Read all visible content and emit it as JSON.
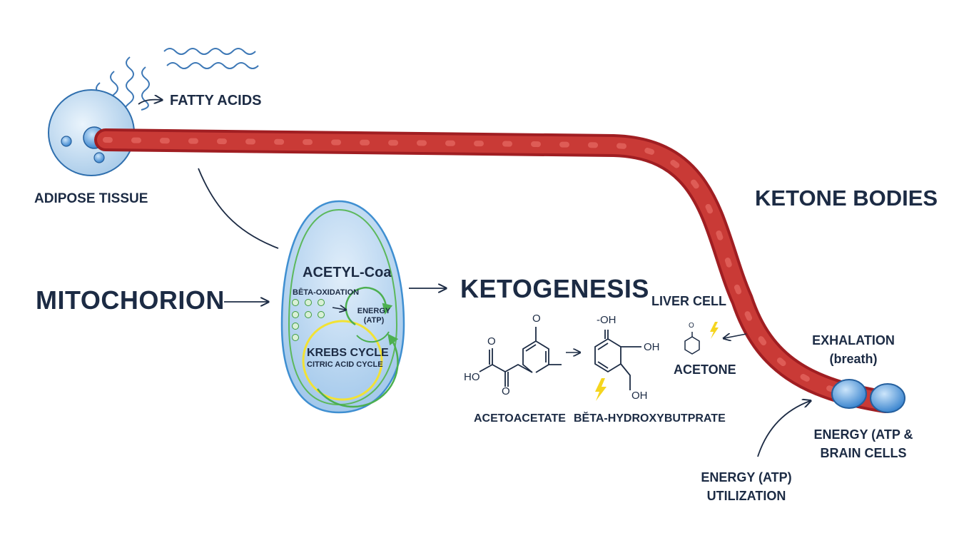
{
  "labels": {
    "fatty_acids": "FATTY ACIDS",
    "adipose_tissue": "ADIPOSE TISSUE",
    "mitochondrion": "MITOCHORION",
    "acetyl_coa": "ACETYL-Coa",
    "beta_oxidation": "BĒTA-OXIDATION",
    "energy_atp_inner": "ENERGY\n(ATP)",
    "krebs_cycle": "KREBS CYCLE",
    "citric_acid_cycle": "CITRIC ACID CYCLE",
    "ketogenesis": "KETOGENESIS",
    "ketone_bodies": "KETONE BODIES",
    "liver_cell": "LIVER CELL",
    "acetone": "ACETONE",
    "acetoacetate": "ACETOACETATE",
    "beta_hydroxybutyrate": "BĔTA-HYDROXYBUTPRATE",
    "exhalation": "EXHALATION\n(breath)",
    "energy_brain_cells": "ENERGY (ATP &\nBRAIN CELLS",
    "energy_utilization": "ENERGY (ATP)\nUTILIZATION"
  },
  "chem_labels": {
    "o_top": "O",
    "o_left": "O",
    "o_bottom": "O",
    "ho": "HO",
    "oh_top": "-OH",
    "oh_right": "OH",
    "oh_bottom": "OH",
    "o_acetone": "O"
  },
  "small_circle_glyph": "c",
  "colors": {
    "vessel": "#c0282a",
    "vessel_inner": "#d94a45",
    "cell_fill": "#cfe4f6",
    "mito_fill": "#bcd9f1",
    "mito_outline": "#3f8fd1",
    "cycle_green": "#4caf50",
    "cycle_yellow": "#f2e234",
    "lightning": "#f5d51f",
    "text": "#1c2b44"
  }
}
